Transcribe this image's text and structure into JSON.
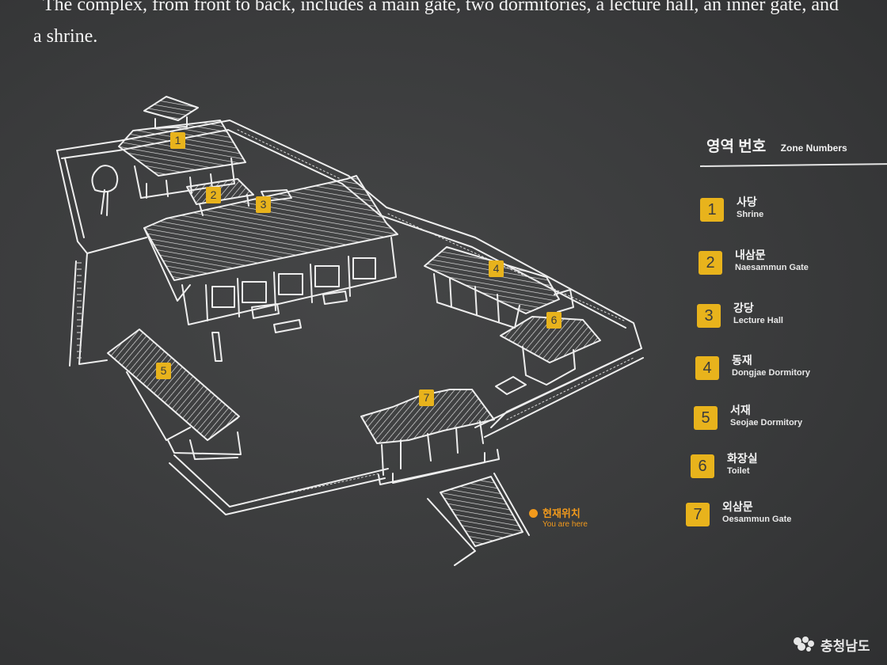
{
  "intro": {
    "line1": "The complex, from front to back, includes a main gate, two dormitories, a lecture hall, an inner gate, and",
    "line2": "a shrine."
  },
  "legend": {
    "title_ko": "영역 번호",
    "title_en": "Zone Numbers",
    "items": [
      {
        "num": "1",
        "ko": "사당",
        "en": "Shrine"
      },
      {
        "num": "2",
        "ko": "내삼문",
        "en": "Naesammun Gate"
      },
      {
        "num": "3",
        "ko": "강당",
        "en": "Lecture Hall"
      },
      {
        "num": "4",
        "ko": "동재",
        "en": "Dongjae Dormitory"
      },
      {
        "num": "5",
        "ko": "서재",
        "en": "Seojae Dormitory"
      },
      {
        "num": "6",
        "ko": "화장실",
        "en": "Toilet"
      },
      {
        "num": "7",
        "ko": "외삼문",
        "en": "Oesammun Gate"
      }
    ]
  },
  "map_markers": [
    "1",
    "2",
    "3",
    "4",
    "5",
    "6",
    "7"
  ],
  "you_are_here": {
    "ko": "현재위치",
    "en": "You are here"
  },
  "credit": {
    "text": "충청남도",
    "logo": "chungnam-logo-icon"
  },
  "colors": {
    "board": "#3b3c3d",
    "lines": "#f0f0f0",
    "marker": "#e8b31c",
    "here": "#f29a1c"
  }
}
